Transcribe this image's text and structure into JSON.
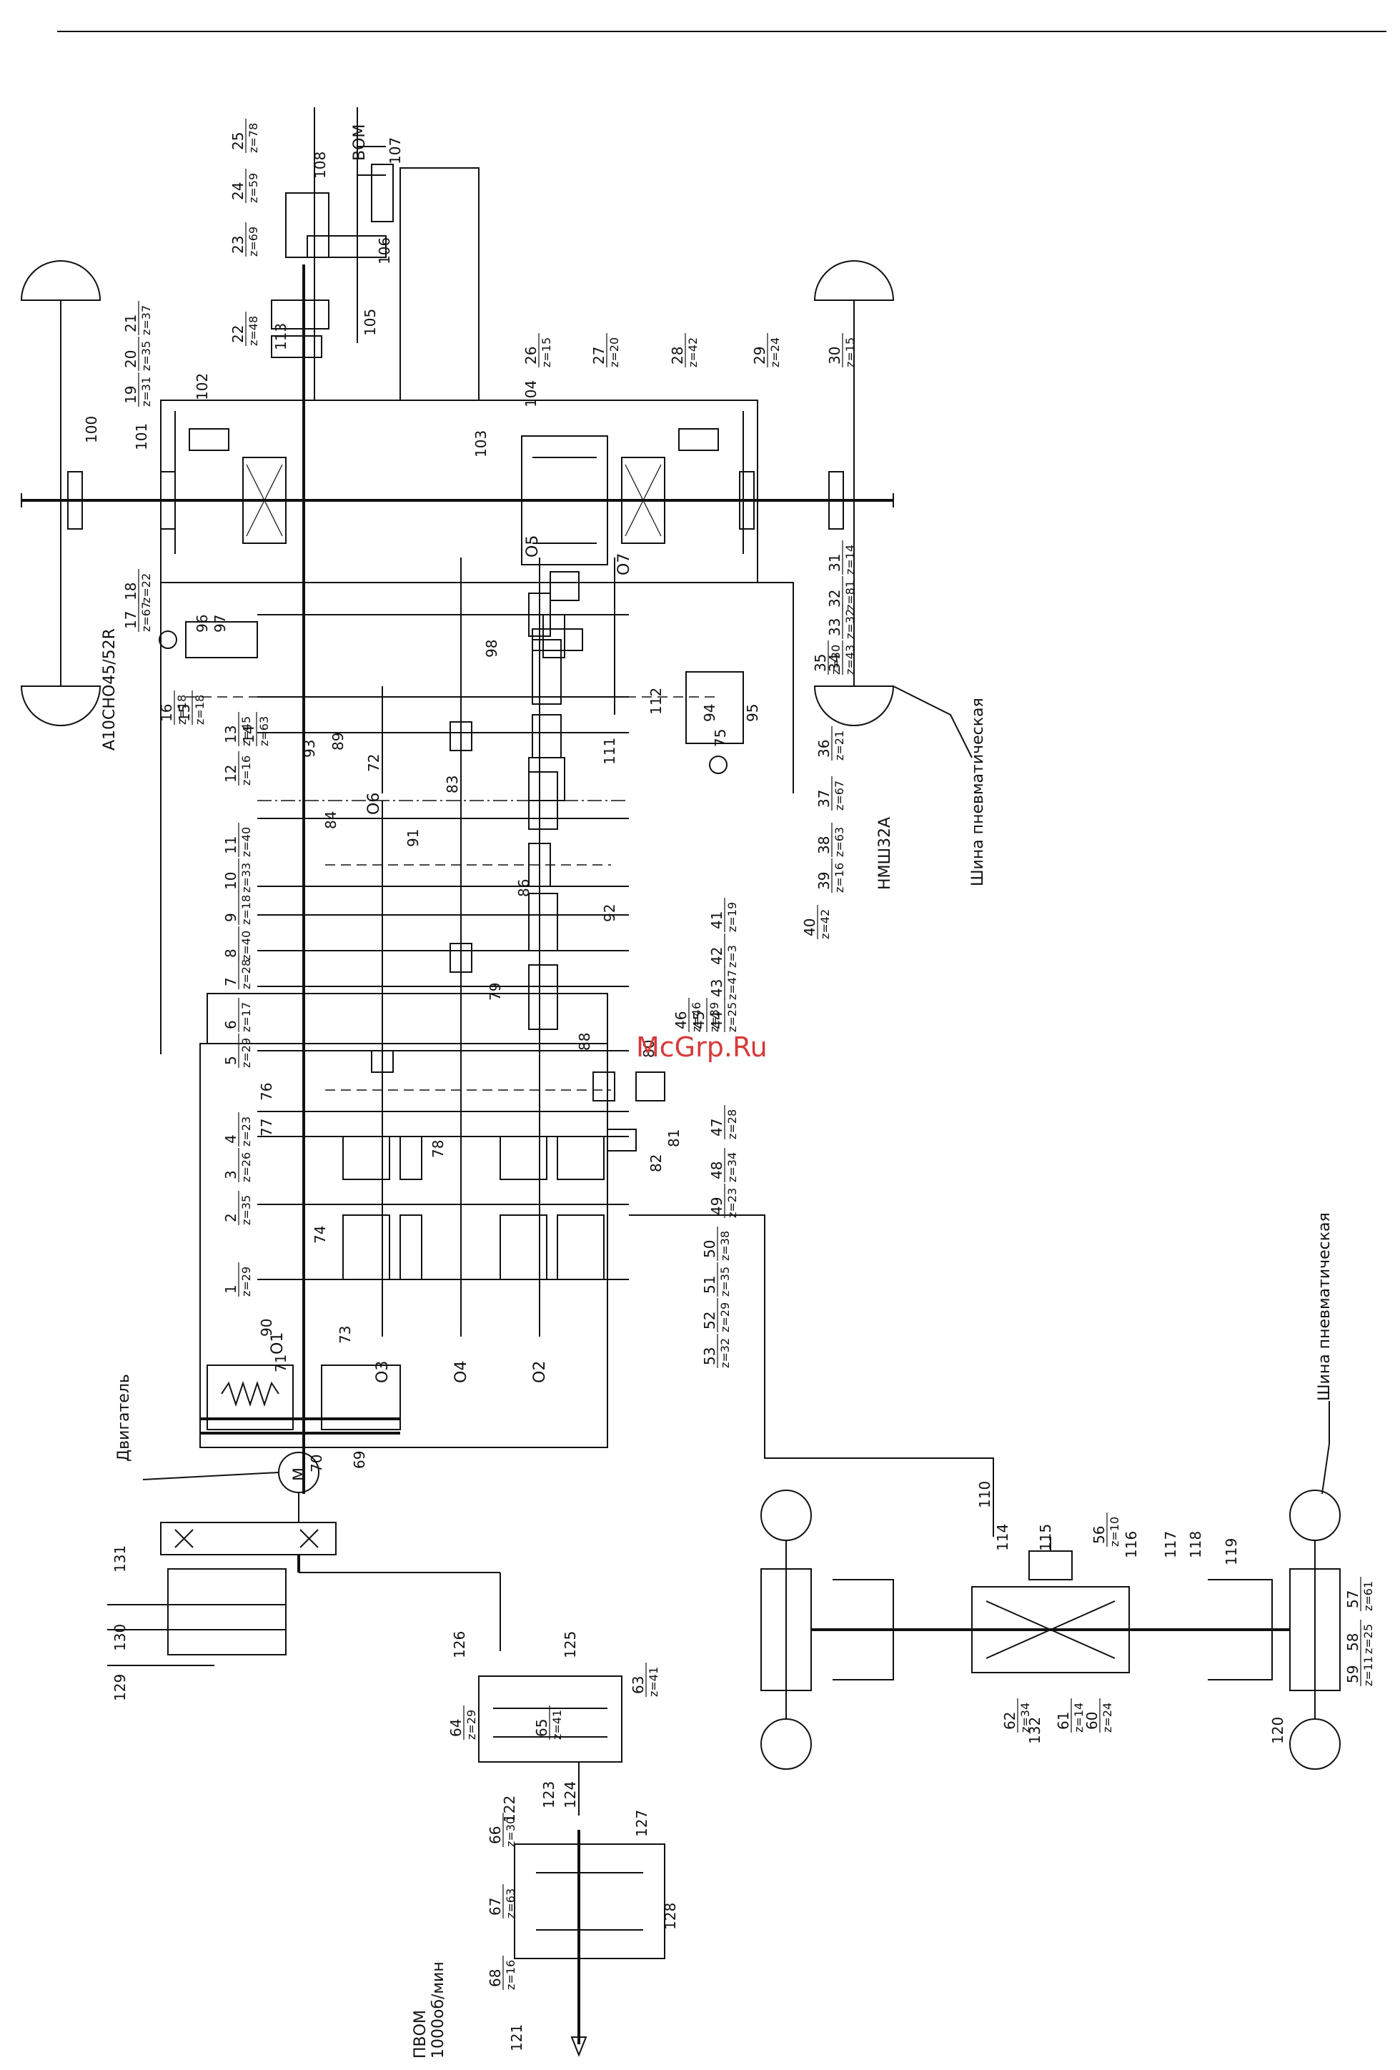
{
  "watermark": "McGrp.Ru",
  "labels": {
    "engine": "Двигатель",
    "pto": "ВОМ",
    "front_pto_1": "ПВОМ",
    "front_pto_2": "1000об/мин",
    "tire_right": "Шина пневматическая",
    "tire_bottom": "Шина пневматическая",
    "pump_a": "А10СНО45/52R",
    "pump_b": "НМШ32А",
    "motor": "М"
  },
  "shafts": [
    "О1",
    "О2",
    "О3",
    "О4",
    "О5",
    "О6",
    "О7"
  ],
  "gears": [
    {
      "n": "1",
      "z": "z=29"
    },
    {
      "n": "2",
      "z": "z=35"
    },
    {
      "n": "3",
      "z": "z=26"
    },
    {
      "n": "4",
      "z": "z=23"
    },
    {
      "n": "5",
      "z": "z=29"
    },
    {
      "n": "6",
      "z": "z=17"
    },
    {
      "n": "7",
      "z": "z=28"
    },
    {
      "n": "8",
      "z": "z=40"
    },
    {
      "n": "9",
      "z": "z=18"
    },
    {
      "n": "10",
      "z": "z=33"
    },
    {
      "n": "11",
      "z": "z=40"
    },
    {
      "n": "12",
      "z": "z=16"
    },
    {
      "n": "13",
      "z": "z=45"
    },
    {
      "n": "14",
      "z": "z=63"
    },
    {
      "n": "15",
      "z": "z=18"
    },
    {
      "n": "16",
      "z": "z=18"
    },
    {
      "n": "17",
      "z": "z=67"
    },
    {
      "n": "18",
      "z": "z=22"
    },
    {
      "n": "19",
      "z": "z=31"
    },
    {
      "n": "20",
      "z": "z=35"
    },
    {
      "n": "21",
      "z": "z=37"
    },
    {
      "n": "22",
      "z": "z=48"
    },
    {
      "n": "23",
      "z": "z=69"
    },
    {
      "n": "24",
      "z": "z=59"
    },
    {
      "n": "25",
      "z": "z=78"
    },
    {
      "n": "26",
      "z": "z=15"
    },
    {
      "n": "27",
      "z": "z=20"
    },
    {
      "n": "28",
      "z": "z=42"
    },
    {
      "n": "29",
      "z": "z=24"
    },
    {
      "n": "30",
      "z": "z=15"
    },
    {
      "n": "31",
      "z": "z=14"
    },
    {
      "n": "32",
      "z": "z=81"
    },
    {
      "n": "33",
      "z": "z=32"
    },
    {
      "n": "34",
      "z": "z=43"
    },
    {
      "n": "35",
      "z": "z=30"
    },
    {
      "n": "36",
      "z": "z=21"
    },
    {
      "n": "37",
      "z": "z=67"
    },
    {
      "n": "38",
      "z": "z=63"
    },
    {
      "n": "39",
      "z": "z=16"
    },
    {
      "n": "40",
      "z": "z=42"
    },
    {
      "n": "41",
      "z": "z=19"
    },
    {
      "n": "42",
      "z": "z=3"
    },
    {
      "n": "43",
      "z": "z=47"
    },
    {
      "n": "44",
      "z": "z=25"
    },
    {
      "n": "45",
      "z": "z=39"
    },
    {
      "n": "46",
      "z": "z=46"
    },
    {
      "n": "47",
      "z": "z=28"
    },
    {
      "n": "48",
      "z": "z=34"
    },
    {
      "n": "49",
      "z": "z=23"
    },
    {
      "n": "50",
      "z": "z=38"
    },
    {
      "n": "51",
      "z": "z=35"
    },
    {
      "n": "52",
      "z": "z=29"
    },
    {
      "n": "53",
      "z": "z=32"
    },
    {
      "n": "56",
      "z": "z=10"
    },
    {
      "n": "57",
      "z": "z=61"
    },
    {
      "n": "58",
      "z": "z=25"
    },
    {
      "n": "59",
      "z": "z=11"
    },
    {
      "n": "60",
      "z": "z=24"
    },
    {
      "n": "61",
      "z": "z=14"
    },
    {
      "n": "62",
      "z": "z=34"
    },
    {
      "n": "63",
      "z": "z=41"
    },
    {
      "n": "64",
      "z": "z=29"
    },
    {
      "n": "65",
      "z": "z=41"
    },
    {
      "n": "66",
      "z": "z=30"
    },
    {
      "n": "67",
      "z": "z=63"
    },
    {
      "n": "68",
      "z": "z=16"
    }
  ],
  "parts": [
    "69",
    "70",
    "71",
    "72",
    "73",
    "74",
    "75",
    "76",
    "77",
    "78",
    "79",
    "80",
    "81",
    "82",
    "83",
    "84",
    "86",
    "88",
    "89",
    "90",
    "91",
    "92",
    "93",
    "94",
    "95",
    "96",
    "97",
    "98",
    "100",
    "101",
    "102",
    "103",
    "104",
    "105",
    "106",
    "107",
    "108",
    "110",
    "111",
    "112",
    "113",
    "114",
    "115",
    "116",
    "117",
    "118",
    "119",
    "120",
    "121",
    "122",
    "123",
    "124",
    "125",
    "126",
    "127",
    "128",
    "129",
    "130",
    "131",
    "132"
  ]
}
